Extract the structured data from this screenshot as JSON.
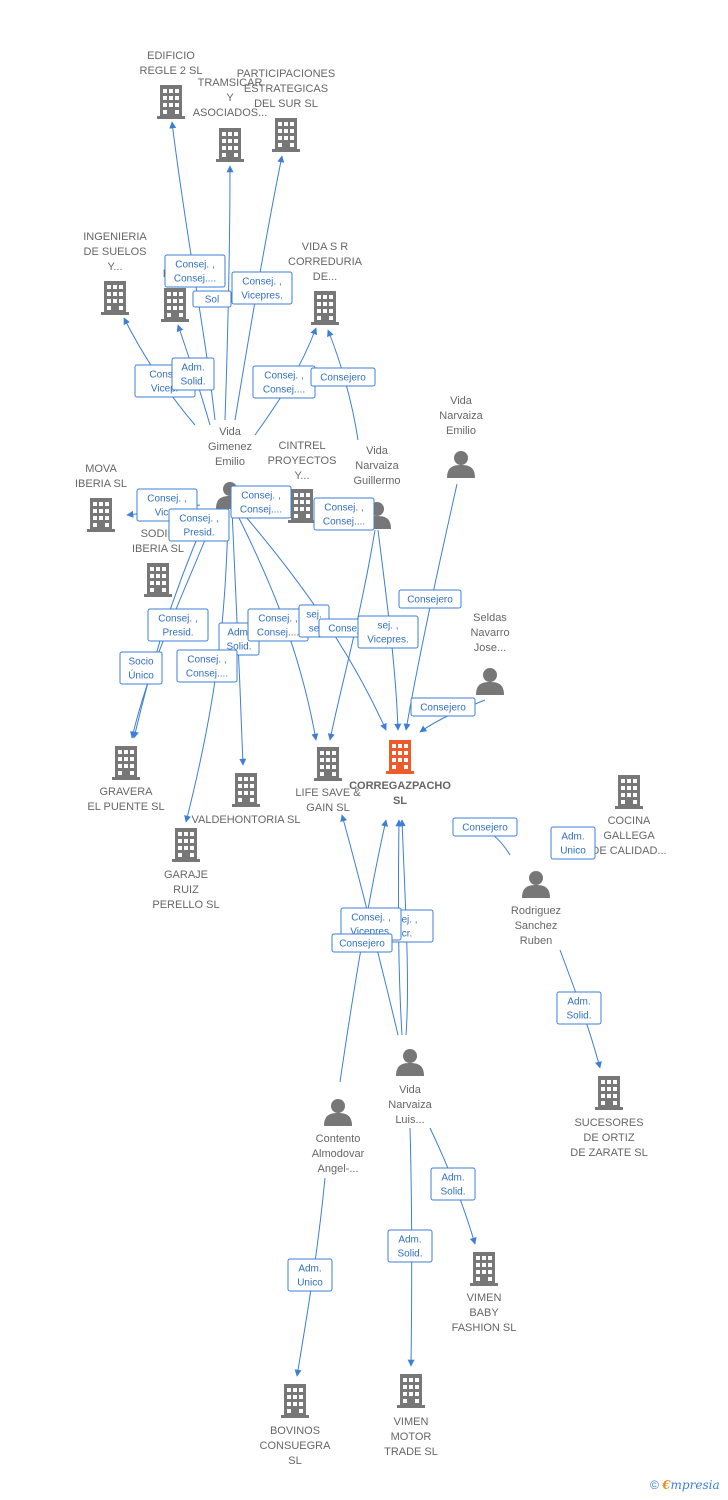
{
  "colors": {
    "edge": "#3d7fd6",
    "node": "#777777",
    "focus": "#f05a28",
    "text": "#666666"
  },
  "nodes": [
    {
      "id": "edificio",
      "kind": "company",
      "label": [
        "EDIFICIO",
        "REGLE 2  SL"
      ],
      "icon": "building-icon"
    },
    {
      "id": "transmicar",
      "kind": "company",
      "label": [
        "TRAMSICAR",
        "Y",
        "ASOCIADOS..."
      ],
      "icon": "building-icon"
    },
    {
      "id": "participaciones",
      "kind": "company",
      "label": [
        "PARTICIPACIONES",
        "ESTRATEGICAS",
        "DEL SUR  SL"
      ],
      "icon": "building-icon"
    },
    {
      "id": "ingenieria",
      "kind": "company",
      "label": [
        "INGENIERIA",
        "DE SUELOS",
        "Y..."
      ],
      "icon": "building-icon"
    },
    {
      "id": "intmed",
      "kind": "company",
      "label": [
        "INT",
        "MED"
      ],
      "icon": "building-icon"
    },
    {
      "id": "vidasr",
      "kind": "company",
      "label": [
        "VIDA S R",
        "CORREDURIA",
        "DE..."
      ],
      "icon": "building-icon"
    },
    {
      "id": "mova",
      "kind": "company",
      "label": [
        "MOVA",
        "IBERIA SL"
      ],
      "icon": "building-icon"
    },
    {
      "id": "cintrel",
      "kind": "company",
      "label": [
        "CINTREL",
        "PROYECTOS",
        "Y..."
      ],
      "icon": "building-icon"
    },
    {
      "id": "sodir",
      "kind": "company",
      "label": [
        "SODIR",
        "IBERIA  SL"
      ],
      "icon": "building-icon"
    },
    {
      "id": "gravera",
      "kind": "company",
      "label": [
        "GRAVERA",
        "EL PUENTE SL"
      ],
      "icon": "building-icon"
    },
    {
      "id": "valdehontoria",
      "kind": "company",
      "label": [
        "VALDEHONTORIA SL"
      ],
      "icon": "building-icon"
    },
    {
      "id": "lifesave",
      "kind": "company",
      "label": [
        "LIFE SAVE &",
        "GAIN  SL"
      ],
      "icon": "building-icon"
    },
    {
      "id": "corregazpacho",
      "kind": "focus",
      "label": [
        "CORREGAZPACHO",
        "SL"
      ],
      "icon": "building-icon"
    },
    {
      "id": "garaje",
      "kind": "company",
      "label": [
        "GARAJE",
        "RUIZ",
        "PERELLO  SL"
      ],
      "icon": "building-icon"
    },
    {
      "id": "cocina",
      "kind": "company",
      "label": [
        "COCINA",
        "GALLEGA",
        "DE CALIDAD..."
      ],
      "icon": "building-icon"
    },
    {
      "id": "sucesores",
      "kind": "company",
      "label": [
        "SUCESORES",
        "DE ORTIZ",
        "DE ZARATE SL"
      ],
      "icon": "building-icon"
    },
    {
      "id": "vimenbaby",
      "kind": "company",
      "label": [
        "VIMEN",
        "BABY",
        "FASHION  SL"
      ],
      "icon": "building-icon"
    },
    {
      "id": "bovinos",
      "kind": "company",
      "label": [
        "BOVINOS",
        "CONSUEGRA",
        "SL"
      ],
      "icon": "building-icon"
    },
    {
      "id": "vimenmotor",
      "kind": "company",
      "label": [
        "VIMEN",
        "MOTOR",
        "TRADE  SL"
      ],
      "icon": "building-icon"
    },
    {
      "id": "vidagimenez",
      "kind": "person",
      "label": [
        "Vida",
        "Gimenez",
        "Emilio"
      ],
      "icon": "person-icon"
    },
    {
      "id": "vidaguillermo",
      "kind": "person",
      "label": [
        "Vida",
        "Narvaiza",
        "Guillermo"
      ],
      "icon": "person-icon"
    },
    {
      "id": "vidaemilio",
      "kind": "person",
      "label": [
        "Vida",
        "Narvaiza",
        "Emilio"
      ],
      "icon": "person-icon"
    },
    {
      "id": "seldas",
      "kind": "person",
      "label": [
        "Seldas",
        "Navarro",
        "Jose..."
      ],
      "icon": "person-icon"
    },
    {
      "id": "rodriguez",
      "kind": "person",
      "label": [
        "Rodriguez",
        "Sanchez",
        "Ruben"
      ],
      "icon": "person-icon"
    },
    {
      "id": "vidaluis",
      "kind": "person",
      "label": [
        "Vida",
        "Narvaiza",
        "Luis..."
      ],
      "icon": "person-icon"
    },
    {
      "id": "contento",
      "kind": "person",
      "label": [
        "Contento",
        "Almodovar",
        "Angel-..."
      ],
      "icon": "person-icon"
    }
  ],
  "edge_labels": [
    [
      "Consej. ,",
      "Consej...."
    ],
    [
      "Sol"
    ],
    [
      "Consej. ,",
      "Vicepres."
    ],
    [
      "Consej",
      "Vicepr"
    ],
    [
      "Adm.",
      "Solid."
    ],
    [
      "Consej. ,",
      "Consej...."
    ],
    [
      "Consejero"
    ],
    [
      "Consej. ,",
      "Vicep"
    ],
    [
      "Consej. ,",
      "Presid."
    ],
    [
      "Consej. ,",
      "Consej...."
    ],
    [
      "Consej. ,",
      "Consej...."
    ],
    [
      "Consejero"
    ],
    [
      "Consej. ,",
      "Presid."
    ],
    [
      "Adm.",
      "Solid."
    ],
    [
      "Consej. ,",
      "Consej...."
    ],
    [
      "sej.",
      "se"
    ],
    [
      "Consejero"
    ],
    [
      "sej. ,",
      "Vicepres."
    ],
    [
      "Socio",
      "Único"
    ],
    [
      "Consej. ,",
      "Consej...."
    ],
    [
      "Consejero"
    ],
    [
      "Consejero"
    ],
    [
      "Adm.",
      "Unico"
    ],
    [
      "sej. ,",
      "cr."
    ],
    [
      "Consej. ,",
      "Vicepres."
    ],
    [
      "Consejero"
    ],
    [
      "Adm.",
      "Solid."
    ],
    [
      "Adm.",
      "Solid."
    ],
    [
      "Adm.",
      "Solid."
    ],
    [
      "Adm.",
      "Unico"
    ]
  ],
  "footer": {
    "copyright": "©",
    "brand_first": "€",
    "brand_rest": "mpresia"
  }
}
